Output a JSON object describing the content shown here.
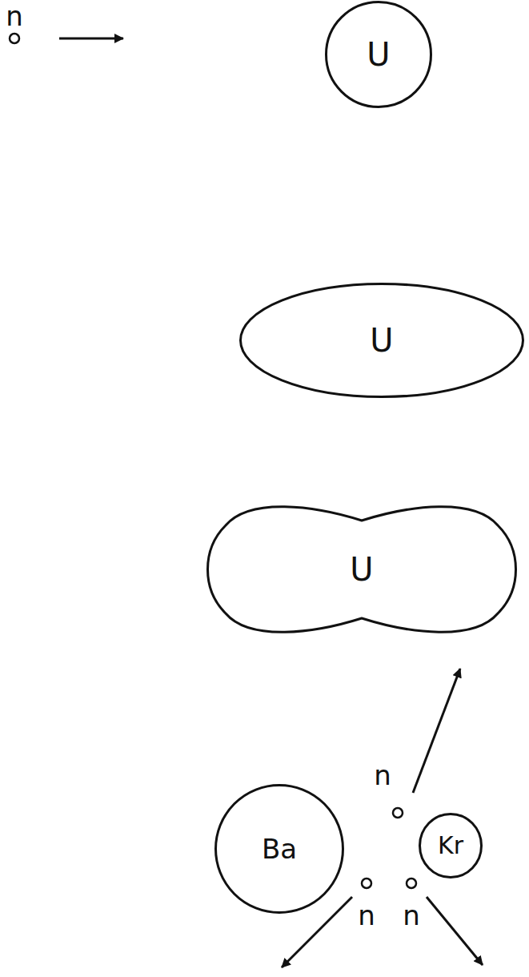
{
  "diagram": {
    "nodes": [
      {
        "text": [
          "U"
        ]
      },
      {
        "text": [
          "U"
        ]
      },
      {
        "text": [
          "U"
        ]
      },
      {
        "text": [
          "Ba"
        ]
      },
      {
        "text": [
          "Kr"
        ]
      }
    ],
    "labels": [
      "n",
      "n",
      "n",
      "n"
    ]
  }
}
